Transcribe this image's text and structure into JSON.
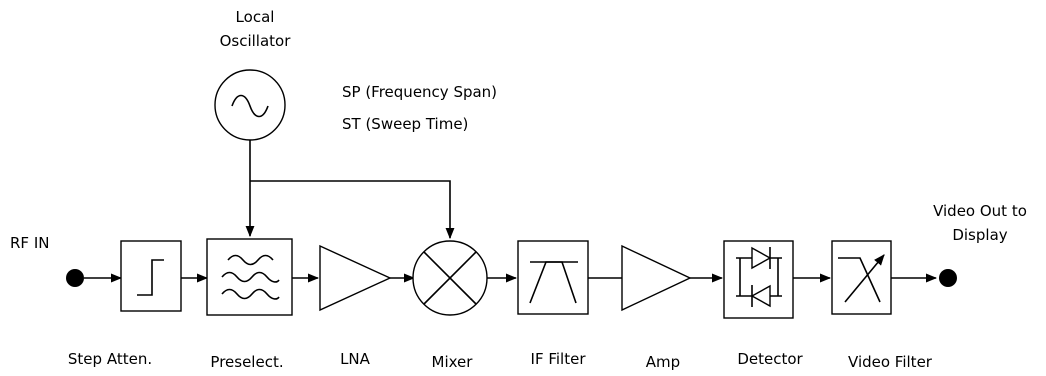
{
  "labels": {
    "local_oscillator_line1": "Local",
    "local_oscillator_line2": "Oscillator",
    "sp": "SP (Frequency Span)",
    "st": "ST (Sweep Time)",
    "rf_in": "RF IN",
    "video_out_line1": "Video Out to",
    "video_out_line2": "Display"
  },
  "blocks": [
    {
      "id": "step-atten",
      "label": "Step Atten.",
      "icon": "step-icon"
    },
    {
      "id": "preselect",
      "label": "Preselect.",
      "icon": "filter-waves-icon"
    },
    {
      "id": "lna",
      "label": "LNA",
      "icon": "amplifier-triangle-icon"
    },
    {
      "id": "mixer",
      "label": "Mixer",
      "icon": "mixer-cross-icon"
    },
    {
      "id": "if-filter",
      "label": "IF Filter",
      "icon": "bandpass-icon"
    },
    {
      "id": "amp",
      "label": "Amp",
      "icon": "amplifier-triangle-icon"
    },
    {
      "id": "detector",
      "label": "Detector",
      "icon": "diode-pair-icon"
    },
    {
      "id": "video-filter",
      "label": "Video Filter",
      "icon": "lowpass-icon"
    }
  ]
}
